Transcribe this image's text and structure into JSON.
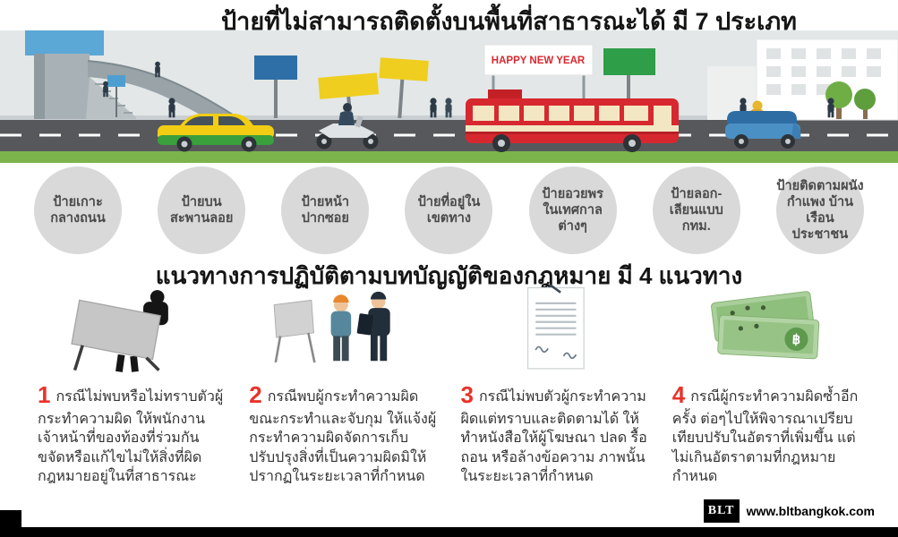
{
  "section1": {
    "title": "ป้ายที่ไม่สามารถติดตั้งบนพื้นที่สาธารณะได้ มี 7 ประเภท",
    "banner_text": "HAPPY NEW YEAR",
    "sign_types": [
      {
        "label": "ป้ายเกาะ\nกลางถนน"
      },
      {
        "label": "ป้ายบน\nสะพานลอย"
      },
      {
        "label": "ป้ายหน้า\nปากซอย"
      },
      {
        "label": "ป้ายที่อยู่ใน\nเขตทาง"
      },
      {
        "label": "ป้ายอวยพร\nในเทศกาล\nต่างๆ"
      },
      {
        "label": "ป้ายลอก-\nเลียนแบบ\nกทม."
      },
      {
        "label": "ป้ายติดตามผนัง\nกำแพง บ้านเรือน\nประชาชน"
      }
    ]
  },
  "section2": {
    "title": "แนวทางการปฏิบัติตามบทบัญญัติของกฎหมาย มี 4 แนวทาง",
    "money_symbol": "฿",
    "guidelines": [
      {
        "number": "1",
        "icon": "person-removing-sign-icon",
        "text": "กรณีไม่พบหรือไม่ทราบตัวผู้กระทำความผิด ให้พนักงานเจ้าหน้าที่ของท้องที่ร่วมกันขจัดหรือแก้ไขไม่ให้สิ่งที่ผิดกฎหมายอยู่ในที่สาธารณะ"
      },
      {
        "number": "2",
        "icon": "officer-arrest-icon",
        "text": "กรณีพบผู้กระทำความผิดขณะกระทำและจับกุม ให้แจ้งผู้กระทำความผิดจัดการเก็บ ปรับปรุงสิ่งที่เป็นความผิดมิให้ปรากฏในระยะเวลาที่กำหนด"
      },
      {
        "number": "3",
        "icon": "notice-document-icon",
        "text": "กรณีไม่พบตัวผู้กระทำความผิดแต่ทราบและติดตามได้ ให้ทำหนังสือให้ผู้โฆษณา ปลด รื้อ ถอน หรือล้างข้อความ ภาพนั้นในระยะเวลาที่กำหนด"
      },
      {
        "number": "4",
        "icon": "fine-banknotes-icon",
        "text": "กรณีผู้กระทำความผิดซ้ำอีกครั้ง ต่อๆไปให้พิจารณาเปรียบเทียบปรับในอัตราที่เพิ่มขึ้น แต่ไม่เกินอัตราตามที่กฎหมายกำหนด"
      }
    ]
  },
  "footer": {
    "logo": "BLT",
    "website": "www.bltbangkok.com"
  },
  "colors": {
    "accent_red": "#e8332a",
    "circle_gray": "#d9d9d9",
    "road_gray": "#56585b",
    "grass_green": "#7cb44c",
    "bus_red": "#d7282f",
    "taxi_yellow": "#f2cd13",
    "taxi_green": "#3aa03c",
    "tuktuk_blue": "#4a90c4",
    "sign_blue": "#2f6fa8",
    "sign_green": "#2f9e49",
    "sign_yellow": "#efce1f"
  }
}
